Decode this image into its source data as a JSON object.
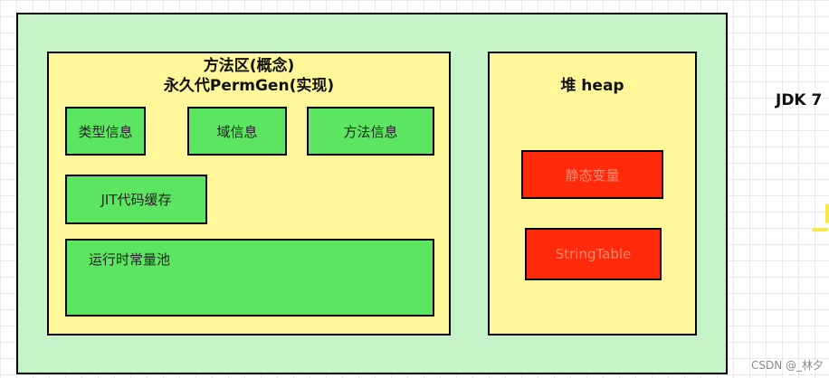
{
  "diagram": {
    "method_area": {
      "title_line1": "方法区(概念)",
      "title_line2": "永久代PermGen(实现)",
      "items": {
        "type_info": "类型信息",
        "field_info": "域信息",
        "method_info": "方法信息",
        "jit_cache": "JIT代码缓存",
        "runtime_constant_pool": "运行时常量池"
      }
    },
    "heap": {
      "title": "堆 heap",
      "items": {
        "static_vars": "静态变量",
        "string_table": "StringTable"
      }
    },
    "side_label": "JDK 7"
  },
  "watermark": "CSDN @_林夕",
  "colors": {
    "outer_bg": "#c6f3c8",
    "container_bg": "#fff799",
    "green_box": "#5be560",
    "red_box": "#ff2a0a"
  }
}
